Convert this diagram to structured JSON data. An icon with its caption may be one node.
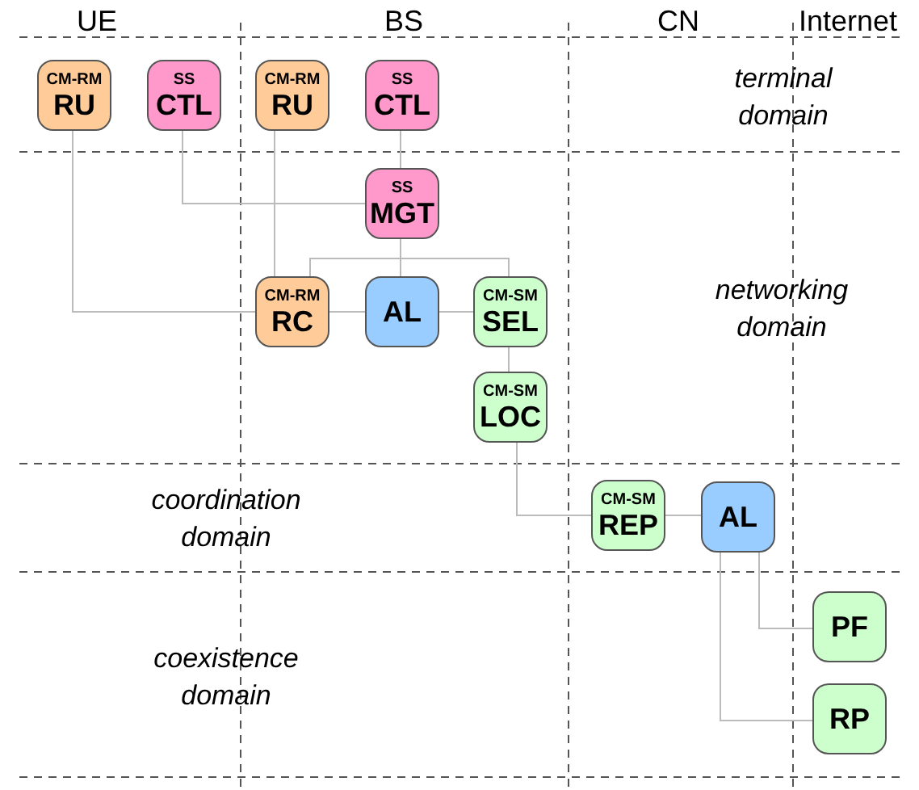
{
  "diagram": {
    "nodes": [
      {
        "text": [
          "CM-RM",
          "RU"
        ]
      },
      {
        "text": [
          "SS",
          "CTL"
        ]
      },
      {
        "text": [
          "CM-RM",
          "RU"
        ]
      },
      {
        "text": [
          "SS",
          "CTL"
        ]
      },
      {
        "text": [
          "SS",
          "MGT"
        ]
      },
      {
        "text": [
          "CM-RM",
          "RC"
        ]
      },
      {
        "text": [
          "AL"
        ]
      },
      {
        "text": [
          "CM-SM",
          "SEL"
        ]
      },
      {
        "text": [
          "CM-SM",
          "LOC"
        ]
      },
      {
        "text": [
          "CM-SM",
          "REP"
        ]
      },
      {
        "text": [
          "AL"
        ]
      },
      {
        "text": [
          "PF"
        ]
      },
      {
        "text": [
          "RP"
        ]
      }
    ],
    "edges": [
      {
        "from": 0,
        "to": 5,
        "arrow": "none"
      },
      {
        "from": 1,
        "to": 4,
        "arrow": "none"
      },
      {
        "from": 2,
        "to": 5,
        "arrow": "none"
      },
      {
        "from": 3,
        "to": 4,
        "arrow": "none"
      },
      {
        "from": 4,
        "to": 5,
        "arrow": "none"
      },
      {
        "from": 4,
        "to": 6,
        "arrow": "none"
      },
      {
        "from": 4,
        "to": 7,
        "arrow": "none"
      },
      {
        "from": 5,
        "to": 6,
        "arrow": "none"
      },
      {
        "from": 6,
        "to": 7,
        "arrow": "none"
      },
      {
        "from": 7,
        "to": 8,
        "arrow": "none"
      },
      {
        "from": 8,
        "to": 9,
        "arrow": "none"
      },
      {
        "from": 9,
        "to": 10,
        "arrow": "none"
      },
      {
        "from": 10,
        "to": 11,
        "arrow": "none"
      },
      {
        "from": 10,
        "to": 12,
        "arrow": "none"
      }
    ],
    "labels": [
      "UE",
      "BS",
      "CN",
      "Internet",
      "terminal domain",
      "networking domain",
      "coordination domain",
      "coexistence domain"
    ]
  }
}
